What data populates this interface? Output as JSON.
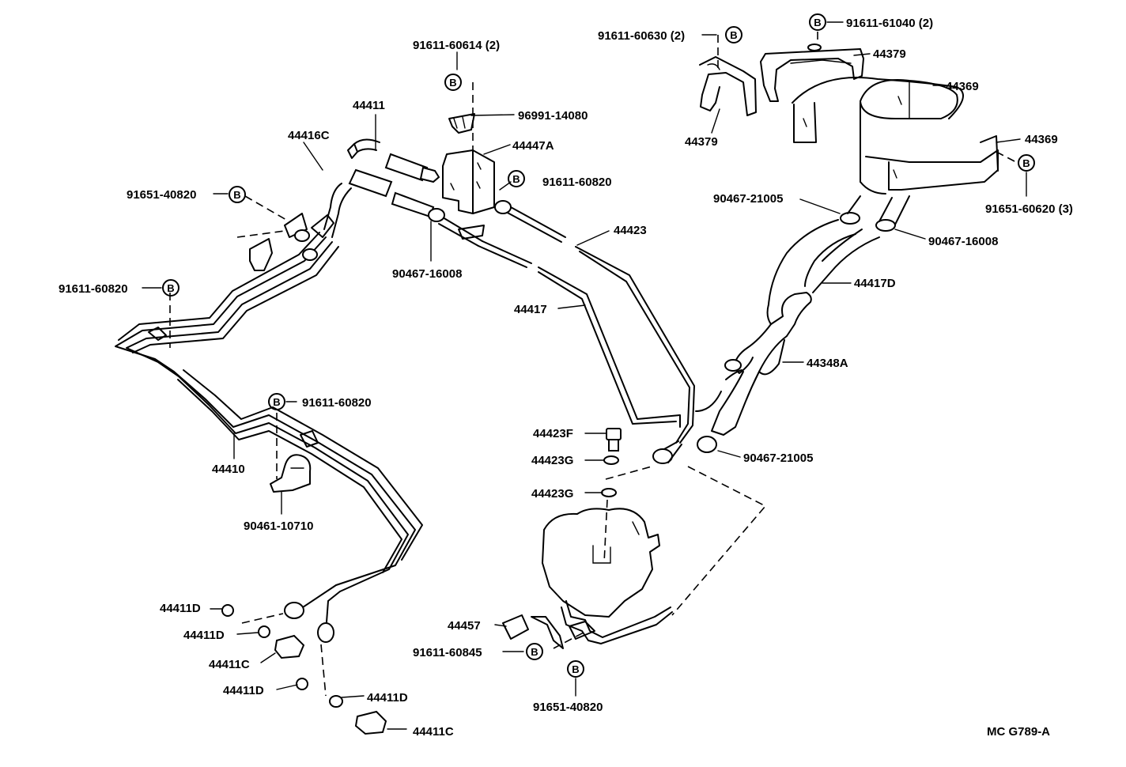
{
  "diagram": {
    "footer_code": "MC G789-A",
    "bolt_symbol": "B",
    "labels": {
      "p91611_60614": "91611-60614 (2)",
      "p96991_14080": "96991-14080",
      "p44447A": "44447A",
      "p91611_60820_top": "91611-60820",
      "p44411_top": "44411",
      "p44416C": "44416C",
      "p91651_40820_left": "91651-40820",
      "p90467_16008_mid": "90467-16008",
      "p44423": "44423",
      "p44417": "44417",
      "p91611_60820_left": "91611-60820",
      "p44410": "44410",
      "p91611_60820_mid": "91611-60820",
      "p90461_10710": "90461-10710",
      "p91611_60630": "91611-60630 (2)",
      "p91611_61040": "91611-61040 (2)",
      "p44379_top": "44379",
      "p44369_top": "44369",
      "p44379_bottom": "44379",
      "p44369_right": "44369",
      "p91651_60620": "91651-60620 (3)",
      "p90467_21005_top": "90467-21005",
      "p90467_16008_right": "90467-16008",
      "p44417D": "44417D",
      "p44348A": "44348A",
      "p44423F": "44423F",
      "p44423G_1": "44423G",
      "p44423G_2": "44423G",
      "p90467_21005_bottom": "90467-21005",
      "p44411D_1": "44411D",
      "p44411D_2": "44411D",
      "p44411C_1": "44411C",
      "p44411D_3": "44411D",
      "p44411D_4": "44411D",
      "p44411C_2": "44411C",
      "p44457": "44457",
      "p91611_60845": "91611-60845",
      "p91651_40820_bottom": "91651-40820"
    }
  }
}
